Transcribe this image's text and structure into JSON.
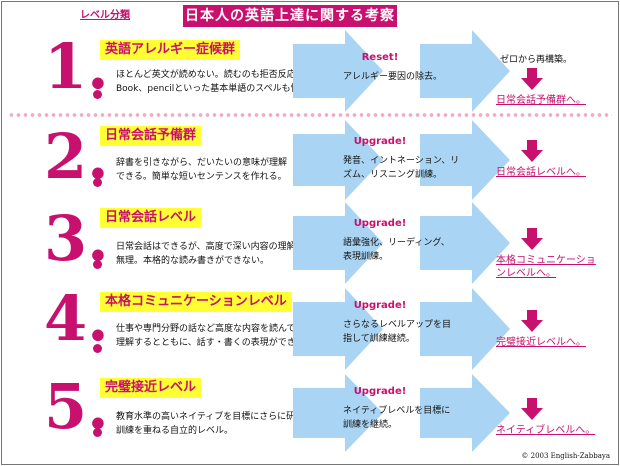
{
  "header": {
    "level_label": "レベル分類",
    "title": "日本人の英語上達に関する考察"
  },
  "rows": [
    {
      "number": "1.",
      "name": "英語アレルギー症候群",
      "desc": [
        "ほとんど英文が読めない。読むのも拒否反応。",
        "Book、pencilといった基本単語のスペルも怪しい。"
      ],
      "action": "Reset!",
      "action_desc": [
        "アレルギー要因の除去。"
      ],
      "goal_note": "ゼロから再構築。",
      "goal": [
        "日常会話予備群へ。"
      ]
    },
    {
      "number": "2.",
      "name": "日常会話予備群",
      "desc": [
        "辞書を引きながら、だいたいの意味が理解",
        "できる。簡単な短いセンテンスを作れる。"
      ],
      "action": "Upgrade!",
      "action_desc": [
        "発音、イントネーション、リ",
        "ズム、リスニング訓練。"
      ],
      "goal_note": "",
      "goal": [
        "日常会話レベルへ。"
      ]
    },
    {
      "number": "3.",
      "name": "日常会話レベル",
      "desc": [
        "日常会話はできるが、高度で深い内容の理解は",
        "無理。本格的な読み書きができない。"
      ],
      "action": "Upgrade!",
      "action_desc": [
        "語彙強化、リーディング、",
        "表現訓練。"
      ],
      "goal_note": "",
      "goal": [
        "本格コミュニケーショ",
        "ンレベルへ。"
      ]
    },
    {
      "number": "4.",
      "name": "本格コミュニケーションレベル",
      "desc": [
        "仕事や専門分野の話など高度な内容を読んで",
        "理解するとともに、話す・書くの表現ができる。"
      ],
      "action": "Upgrade!",
      "action_desc": [
        "さらなるレベルアップを目",
        "指して訓練継続。"
      ],
      "goal_note": "",
      "goal": [
        "完璧接近レベルへ。"
      ]
    },
    {
      "number": "5.",
      "name": "完璧接近レベル",
      "desc": [
        "教育水準の高いネイティブを目標にさらに研鑽・",
        "訓練を重ねる自立的レベル。"
      ],
      "action": "Upgrade!",
      "action_desc": [
        "ネイティブレベルを目標に",
        "訓練を継続。"
      ],
      "goal_note": "",
      "goal": [
        "ネイティブレベルへ。"
      ]
    }
  ],
  "footer": {
    "copyright": "© 2003 English-Zabbaya"
  },
  "colors": {
    "accent": "#c8106e",
    "arrow": "#a9d4f3",
    "highlight": "#ffff33"
  }
}
